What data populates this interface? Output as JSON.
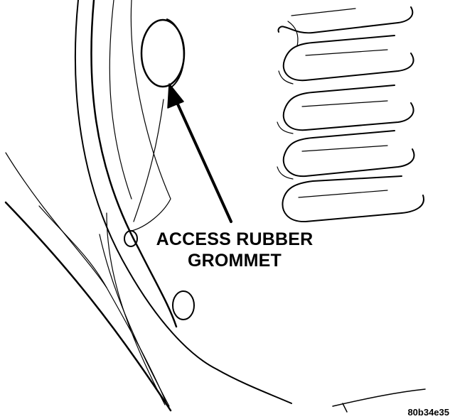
{
  "callout": {
    "line1": "ACCESS RUBBER",
    "line2": "GROMMET"
  },
  "figure_id": "80b34e35",
  "colors": {
    "ink": "#000000",
    "background": "#ffffff"
  }
}
